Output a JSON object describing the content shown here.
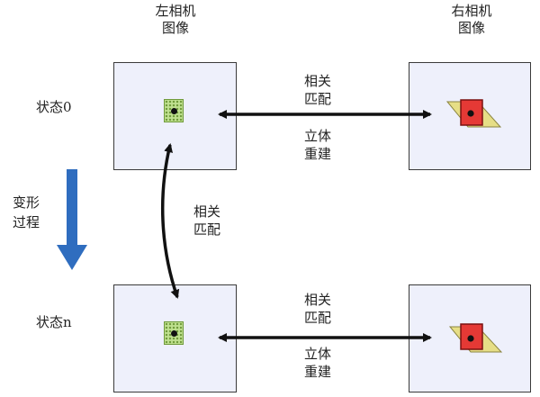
{
  "headers": {
    "left_camera": "左相机\n图像",
    "right_camera": "右相机\n图像"
  },
  "states": {
    "state0": "状态0",
    "staten": "状态n"
  },
  "process": {
    "label": "变形\n过程"
  },
  "relations": {
    "match_top": "相关\n匹配",
    "reconstruct_top": "立体\n重建",
    "match_middle": "相关\n匹配",
    "match_bottom": "相关\n匹配",
    "reconstruct_bottom": "立体\n重建"
  },
  "colors": {
    "panel_bg": "#eef0fb",
    "left_target": "#bfe08f",
    "right_target": "#e53935",
    "right_shadow": "#e6de86",
    "process_arrow": "#2f6dbf"
  }
}
